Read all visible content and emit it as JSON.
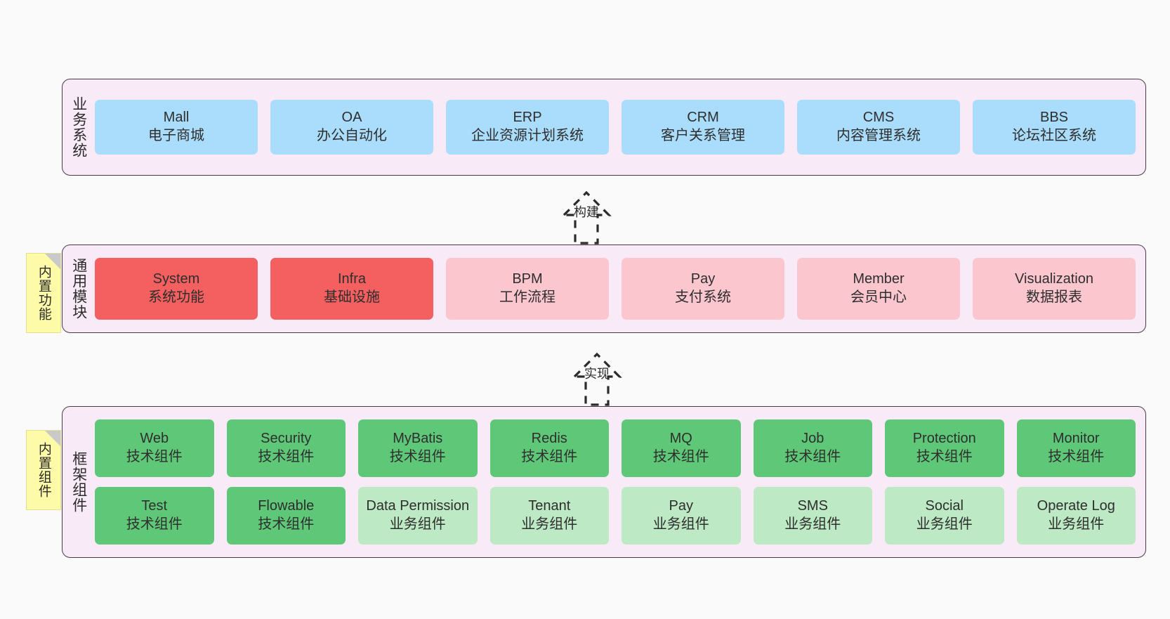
{
  "diagram": {
    "background_color": "#fafafa",
    "layer_background": "#f8eaf6",
    "layer_border": "#473b47"
  },
  "layers": [
    {
      "id": "business",
      "title": "业务系统",
      "rows": [
        {
          "style": "blue",
          "color": "#aadcfb",
          "nodes": [
            {
              "en": "Mall",
              "cn": "电子商城"
            },
            {
              "en": "OA",
              "cn": "办公自动化"
            },
            {
              "en": "ERP",
              "cn": "企业资源计划系统"
            },
            {
              "en": "CRM",
              "cn": "客户关系管理"
            },
            {
              "en": "CMS",
              "cn": "内容管理系统"
            },
            {
              "en": "BBS",
              "cn": "论坛社区系统"
            }
          ]
        }
      ]
    },
    {
      "id": "common-module",
      "title": "通用模块",
      "note": "内置功能",
      "rows": [
        {
          "style": "mixed",
          "nodes": [
            {
              "en": "System",
              "cn": "系统功能",
              "style": "red",
              "color": "#f4605f"
            },
            {
              "en": "Infra",
              "cn": "基础设施",
              "style": "red",
              "color": "#f4605f"
            },
            {
              "en": "BPM",
              "cn": "工作流程",
              "style": "pink",
              "color": "#fbc6ce"
            },
            {
              "en": "Pay",
              "cn": "支付系统",
              "style": "pink",
              "color": "#fbc6ce"
            },
            {
              "en": "Member",
              "cn": "会员中心",
              "style": "pink",
              "color": "#fbc6ce"
            },
            {
              "en": "Visualization",
              "cn": "数据报表",
              "style": "pink",
              "color": "#fbc6ce"
            }
          ]
        }
      ]
    },
    {
      "id": "framework",
      "title": "框架组件",
      "note": "内置组件",
      "rows": [
        {
          "style": "green",
          "color": "#5fc878",
          "nodes": [
            {
              "en": "Web",
              "cn": "技术组件"
            },
            {
              "en": "Security",
              "cn": "技术组件"
            },
            {
              "en": "MyBatis",
              "cn": "技术组件"
            },
            {
              "en": "Redis",
              "cn": "技术组件"
            },
            {
              "en": "MQ",
              "cn": "技术组件"
            },
            {
              "en": "Job",
              "cn": "技术组件"
            },
            {
              "en": "Protection",
              "cn": "技术组件"
            },
            {
              "en": "Monitor",
              "cn": "技术组件"
            }
          ]
        },
        {
          "style": "mixed",
          "nodes": [
            {
              "en": "Test",
              "cn": "技术组件",
              "style": "green",
              "color": "#5fc878"
            },
            {
              "en": "Flowable",
              "cn": "技术组件",
              "style": "green",
              "color": "#5fc878"
            },
            {
              "en": "Data Permission",
              "cn": "业务组件",
              "style": "lgreen",
              "color": "#bde9c4"
            },
            {
              "en": "Tenant",
              "cn": "业务组件",
              "style": "lgreen",
              "color": "#bde9c4"
            },
            {
              "en": "Pay",
              "cn": "业务组件",
              "style": "lgreen",
              "color": "#bde9c4"
            },
            {
              "en": "SMS",
              "cn": "业务组件",
              "style": "lgreen",
              "color": "#bde9c4"
            },
            {
              "en": "Social",
              "cn": "业务组件",
              "style": "lgreen",
              "color": "#bde9c4"
            },
            {
              "en": "Operate Log",
              "cn": "业务组件",
              "style": "lgreen",
              "color": "#bde9c4"
            }
          ]
        }
      ]
    }
  ],
  "arrows": [
    {
      "id": "build",
      "label": "构建",
      "from": "common-module",
      "to": "business"
    },
    {
      "id": "implement",
      "label": "实现",
      "from": "framework",
      "to": "common-module"
    }
  ]
}
